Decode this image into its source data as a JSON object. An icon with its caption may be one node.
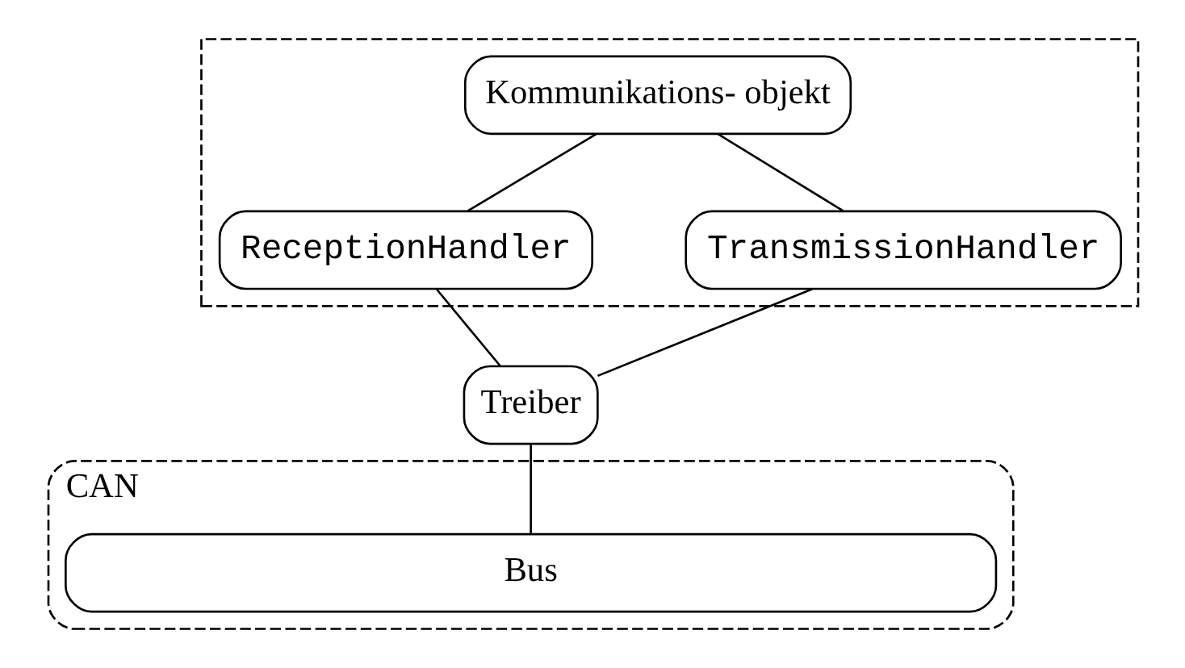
{
  "diagram": {
    "nodes": [
      {
        "text": [],
        "shape": "box"
      },
      {
        "text": [
          "Kommunikations- objekt"
        ],
        "in": 0
      },
      {
        "text": [
          "ReceptionHandler"
        ],
        "in": 0
      },
      {
        "text": [
          "TransmissionHandler"
        ],
        "in": 0
      },
      {
        "text": [
          "Treiber"
        ]
      },
      {
        "text": [
          "CAN"
        ]
      },
      {
        "text": [
          "Bus"
        ],
        "in": 5
      }
    ],
    "edges": [
      {
        "from": 1,
        "to": 2,
        "arrow": "none"
      },
      {
        "from": 1,
        "to": 3,
        "arrow": "none"
      },
      {
        "from": 2,
        "to": 4,
        "arrow": "none"
      },
      {
        "from": 3,
        "to": 4,
        "arrow": "none"
      },
      {
        "from": 4,
        "to": 6,
        "arrow": "none"
      }
    ]
  }
}
